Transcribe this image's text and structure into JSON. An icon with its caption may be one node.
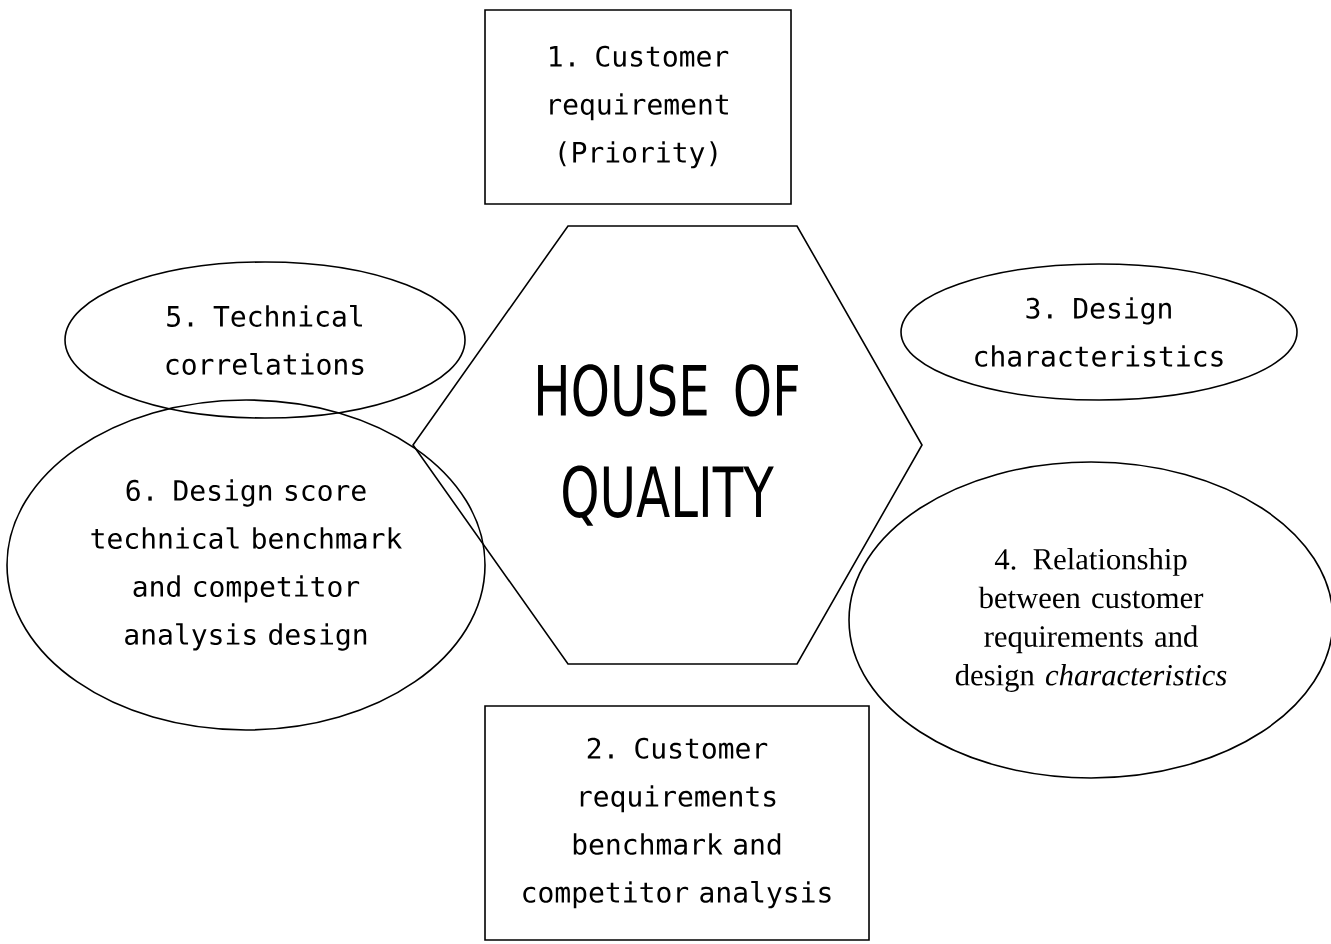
{
  "diagram": {
    "nodes": [
      {
        "text": [
          "1. Customer requirement (Priority)"
        ]
      },
      {
        "text": [
          "5. Technical correlations"
        ]
      },
      {
        "text": [
          "HOUSE OF QUALITY"
        ]
      },
      {
        "text": [
          "3. Design characteristics"
        ]
      },
      {
        "text": [
          "6. Design score technical benchmark and competitor analysis design"
        ]
      },
      {
        "text": [
          "4. Relationship between customer requirements and design *characteristics*"
        ]
      },
      {
        "text": [
          "2. Customer requirements benchmark and competitor analysis"
        ]
      }
    ]
  }
}
